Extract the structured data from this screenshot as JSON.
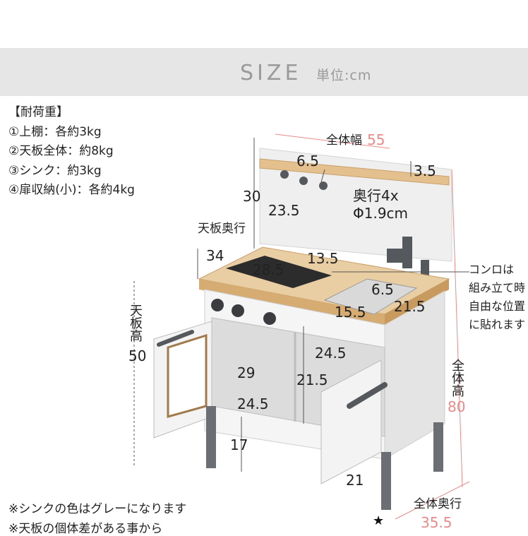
{
  "header": {
    "title": "SIZE",
    "unit": "単位:cm"
  },
  "load_capacity": {
    "heading": "【耐荷重】",
    "items": [
      "①上棚：各約3kg",
      "②天板全体：約8kg",
      "③シンク：約3kg",
      "④扉収納(小)：各約4kg"
    ]
  },
  "dimensions": {
    "total_width_label": "全体幅",
    "total_width": "55",
    "shelf_width": "6.5",
    "shelf_thickness": "3.5",
    "hook_label": "奥行4x",
    "hook_diameter": "Φ1.9cm",
    "back_height": "30",
    "back_inner": "23.5",
    "top_depth_label": "天板奥行",
    "top_depth": "34",
    "stove_depth": "13.5",
    "stove_width": "28.5",
    "sink_depth": "6.5",
    "sink_width": "15.5",
    "sink_len": "21.5",
    "top_height_label": "天板高",
    "top_height": "50",
    "inner_depth": "29",
    "inner_width_right": "24.5",
    "inner_height": "21.5",
    "inner_width_left": "24.5",
    "leg_height": "17",
    "base_depth": "21",
    "total_height_label": "全体高",
    "total_height": "80",
    "total_depth_label": "全体奥行",
    "total_depth": "35.5"
  },
  "side_note": [
    "コンロは",
    "組み立て時",
    "自由な位置",
    "に貼れます"
  ],
  "notes": [
    "※シンクの色はグレーになります",
    "※天板の個体差がある事から"
  ],
  "colors": {
    "accent_red": "#e88a8a",
    "wood": "#e3c08e",
    "body": "#f2f2f2",
    "leg": "#6b6e73"
  }
}
